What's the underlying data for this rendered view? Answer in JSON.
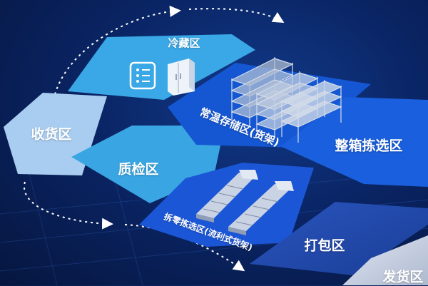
{
  "zones": {
    "cold": "冷藏区",
    "receiving": "收货区",
    "quality": "质检区",
    "ambient": "常温存储区(货架)",
    "case_pick": "整箱拣选区",
    "piece_pick": "拆零拣选区(流利式货架)",
    "packing": "打包区",
    "shipping": "发货区"
  },
  "colors": {
    "background": "#0a2565",
    "cold": "#3aa7e6",
    "receiving": "#a9cdf0",
    "quality": "#39a6e3",
    "ambient": "#1557d2",
    "case_pick": "#1a5fdd",
    "piece_pick": "#1b56d6",
    "packing": "#1e49b4",
    "shipping": "#c9d2e2"
  }
}
